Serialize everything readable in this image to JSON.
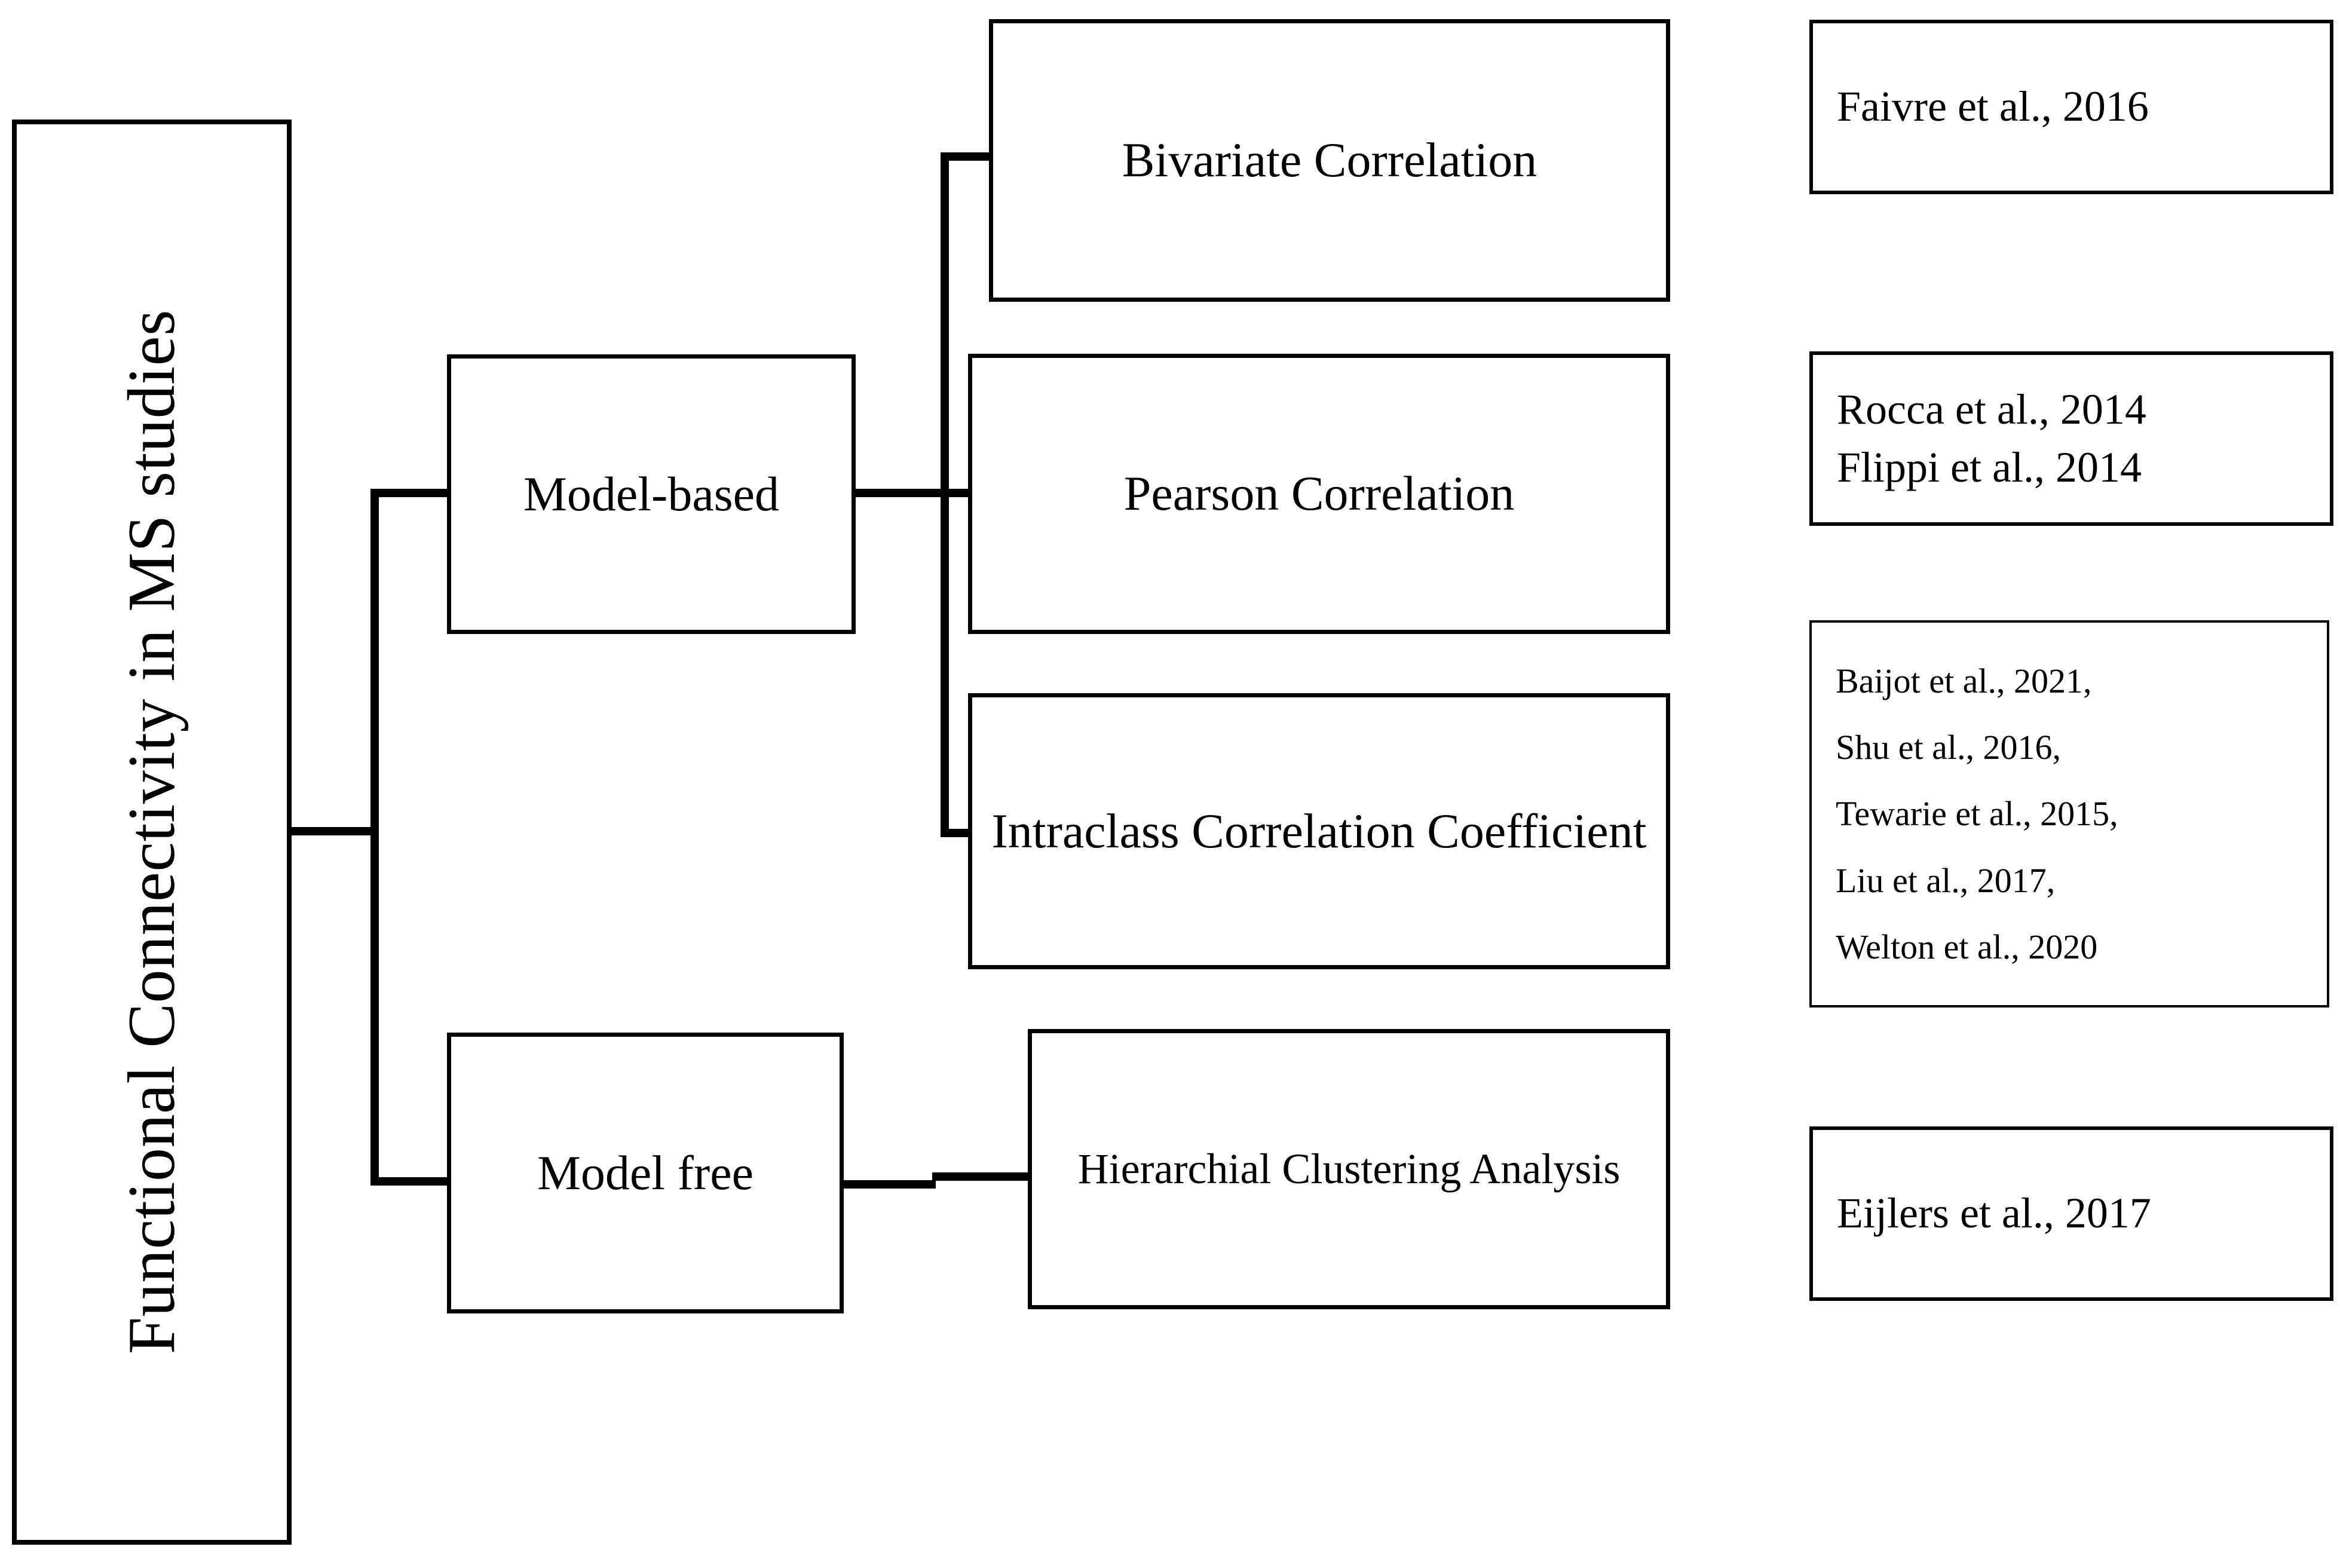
{
  "diagram": {
    "title_box": {
      "label": "Functional Connectivity in MS studies"
    },
    "categories": [
      {
        "id": "model-based",
        "label": "Model-based"
      },
      {
        "id": "model-free",
        "label": "Model free"
      }
    ],
    "methods": [
      {
        "id": "bivariate",
        "label": "Bivariate Correlation",
        "parent": "model-based"
      },
      {
        "id": "pearson",
        "label": "Pearson Correlation",
        "parent": "model-based"
      },
      {
        "id": "icc",
        "label": "Intraclass Correlation Coefficient",
        "parent": "model-based"
      },
      {
        "id": "hca",
        "label": "Hierarchial Clustering Analysis",
        "parent": "model-free"
      }
    ],
    "citations": [
      {
        "id": "cite-1",
        "for": "bivariate",
        "entries": [
          "Faivre et al., 2016"
        ]
      },
      {
        "id": "cite-2",
        "for": "pearson",
        "entries": [
          "Rocca et al., 2014",
          "Flippi et al., 2014"
        ]
      },
      {
        "id": "cite-3",
        "for": "icc",
        "entries": [
          "Baijot et al., 2021,",
          "Shu et al., 2016,",
          "Tewarie et al., 2015,",
          "Liu et al., 2017,",
          "Welton et al., 2020"
        ]
      },
      {
        "id": "cite-4",
        "for": "hca",
        "entries": [
          "Eijlers et al., 2017"
        ]
      }
    ],
    "colors": {
      "stroke": "#000000",
      "background": "#ffffff"
    }
  }
}
